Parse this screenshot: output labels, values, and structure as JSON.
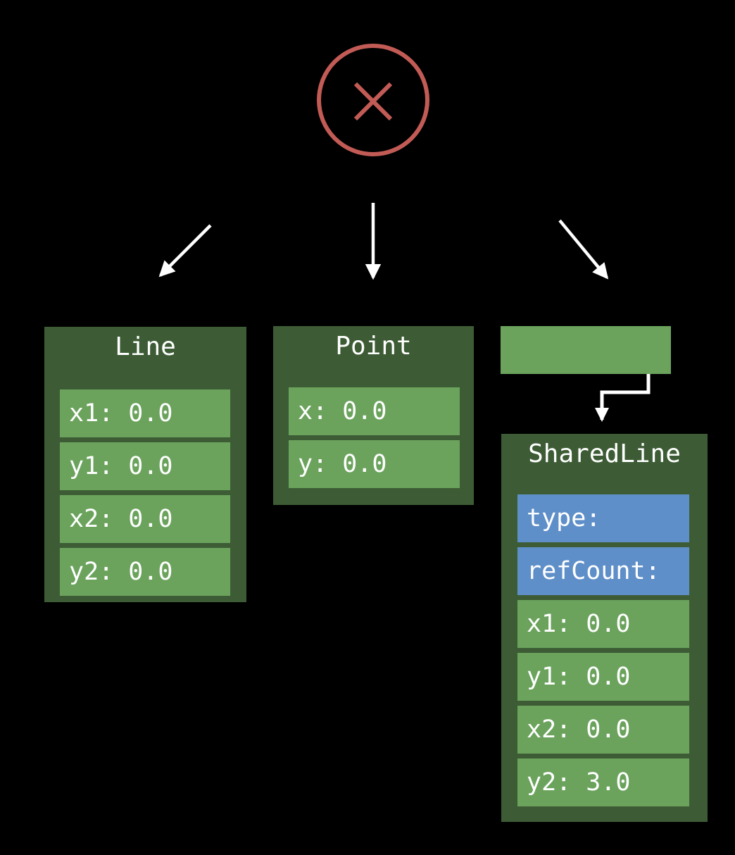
{
  "colors": {
    "background": "#000000",
    "box_dark_green": "#3d5c35",
    "field_green": "#6ba35d",
    "field_blue": "#5f8fc8",
    "crossed_circle_red": "#c25b55",
    "arrow_white": "#ffffff",
    "text_white": "#ffffff"
  },
  "icons": {
    "crossed_circle": "crossed-out-circle",
    "arrow_left": "diagonal-down-left-arrow",
    "arrow_middle": "straight-down-arrow",
    "arrow_right": "diagonal-down-right-arrow",
    "reference_pointer": "elbow-connector-with-dot-and-arrowhead"
  },
  "boxes": {
    "line": {
      "title": "Line",
      "fields": [
        "x1: 0.0",
        "y1: 0.0",
        "x2: 0.0",
        "y2: 0.0"
      ]
    },
    "point": {
      "title": "Point",
      "fields": [
        "x: 0.0",
        "y: 0.0"
      ]
    },
    "reference": {
      "label": ""
    },
    "shared_line": {
      "title": "SharedLine",
      "header_fields": [
        "type:",
        "refCount:"
      ],
      "fields": [
        "x1: 0.0",
        "y1: 0.0",
        "x2: 0.0",
        "y2: 3.0"
      ]
    }
  }
}
